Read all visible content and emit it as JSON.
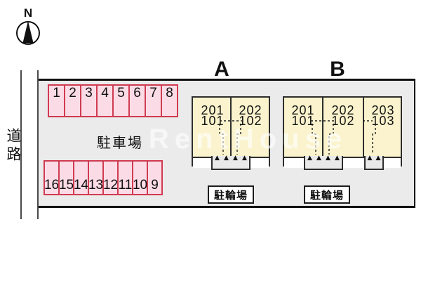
{
  "compass": {
    "label": "N"
  },
  "road": {
    "label": "道路"
  },
  "parking": {
    "label": "駐車場",
    "row_top": [
      "1",
      "2",
      "3",
      "4",
      "5",
      "6",
      "7",
      "8"
    ],
    "row_bottom": [
      "16",
      "15",
      "14",
      "13",
      "12",
      "11",
      "10",
      "9"
    ]
  },
  "buildings": {
    "a": {
      "name": "A",
      "units": [
        {
          "upper": "201",
          "lower": "101"
        },
        {
          "upper": "202",
          "lower": "102"
        }
      ],
      "bike_label": "駐輪場"
    },
    "b": {
      "name": "B",
      "units": [
        {
          "upper": "201",
          "lower": "101"
        },
        {
          "upper": "202",
          "lower": "102"
        },
        {
          "upper": "203",
          "lower": "103"
        }
      ],
      "bike_label": "駐輪場"
    }
  },
  "watermark": {
    "text": "RentHouse"
  },
  "colors": {
    "site_bg": "#ebebeb",
    "parking_fill": "#fbdce6",
    "parking_border": "#cf3b51",
    "building_fill": "#faf3cd",
    "building_border": "#2e2e2e",
    "boundary": "#111111"
  }
}
